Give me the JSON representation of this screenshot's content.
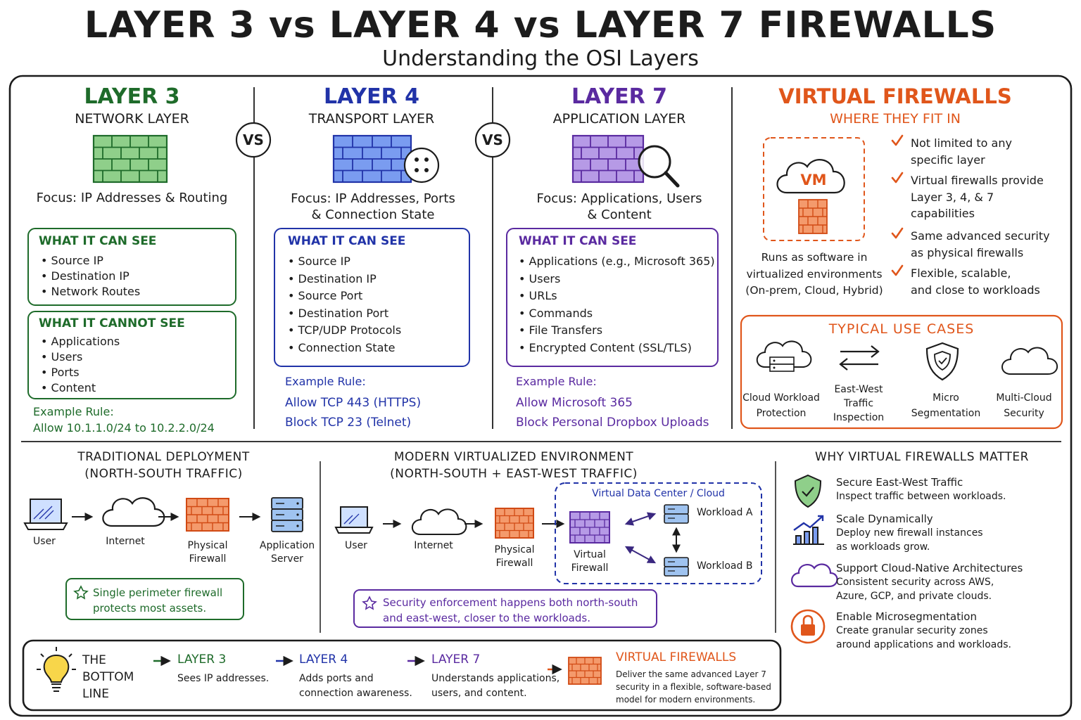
{
  "header": {
    "title": "LAYER 3 vs LAYER 4 vs LAYER 7 FIREWALLS",
    "subtitle": "Understanding the OSI Layers"
  },
  "vs_label": "VS",
  "colors": {
    "l3": "#1e6b2a",
    "l4": "#2133a8",
    "l7": "#5a2aa0",
    "virtual": "#e0561b",
    "ink": "#1c1c1c"
  },
  "layer3": {
    "title": "LAYER 3",
    "subtitle": "NETWORK LAYER",
    "focus": "Focus: IP Addresses & Routing",
    "see_title": "WHAT IT CAN SEE",
    "see_items": [
      "Source IP",
      "Destination IP",
      "Network Routes"
    ],
    "cannot_title": "WHAT IT CANNOT SEE",
    "cannot_items": [
      "Applications",
      "Users",
      "Ports",
      "Content"
    ],
    "example_title": "Example Rule:",
    "example_rules": [
      "Allow 10.1.1.0/24 to 10.2.2.0/24"
    ]
  },
  "layer4": {
    "title": "LAYER 4",
    "subtitle": "TRANSPORT LAYER",
    "focus_lines": [
      "Focus: IP Addresses, Ports",
      "& Connection State"
    ],
    "see_title": "WHAT IT CAN SEE",
    "see_items": [
      "Source IP",
      "Destination IP",
      "Source Port",
      "Destination Port",
      "TCP/UDP Protocols",
      "Connection State"
    ],
    "example_title": "Example Rule:",
    "example_rules": [
      "Allow TCP 443 (HTTPS)",
      "Block TCP 23 (Telnet)"
    ]
  },
  "layer7": {
    "title": "LAYER 7",
    "subtitle": "APPLICATION LAYER",
    "focus_lines": [
      "Focus: Applications, Users",
      "& Content"
    ],
    "see_title": "WHAT IT CAN SEE",
    "see_items": [
      "Applications (e.g., Microsoft 365)",
      "Users",
      "URLs",
      "Commands",
      "File Transfers",
      "Encrypted Content (SSL/TLS)"
    ],
    "example_title": "Example Rule:",
    "example_rules": [
      "Allow Microsoft 365",
      "Block Personal Dropbox Uploads"
    ]
  },
  "virtual": {
    "title": "VIRTUAL FIREWALLS",
    "subtitle": "WHERE THEY FIT IN",
    "vm_label": "VM",
    "runs_lines": [
      "Runs as software in",
      "virtualized environments",
      "(On-prem, Cloud, Hybrid)"
    ],
    "checks": [
      [
        "Not limited to any",
        "specific layer"
      ],
      [
        "Virtual firewalls provide",
        "Layer 3, 4, & 7",
        "capabilities"
      ],
      [
        "Same advanced security",
        "as physical firewalls"
      ],
      [
        "Flexible, scalable,",
        "and close to workloads"
      ]
    ],
    "use_cases_title": "TYPICAL USE CASES",
    "use_cases": [
      {
        "lines": [
          "Cloud Workload",
          "Protection"
        ],
        "icon": "cloud-server-icon"
      },
      {
        "lines": [
          "East-West",
          "Traffic",
          "Inspection"
        ],
        "icon": "double-arrow-icon"
      },
      {
        "lines": [
          "Micro",
          "Segmentation"
        ],
        "icon": "shield-icon"
      },
      {
        "lines": [
          "Multi-Cloud",
          "Security"
        ],
        "icon": "cloud-icon"
      }
    ]
  },
  "traditional": {
    "title_lines": [
      "TRADITIONAL DEPLOYMENT",
      "(NORTH-SOUTH TRAFFIC)"
    ],
    "nodes": [
      {
        "lines": [
          "User"
        ],
        "icon": "laptop-icon"
      },
      {
        "lines": [
          "Internet"
        ],
        "icon": "cloud-icon"
      },
      {
        "lines": [
          "Physical",
          "Firewall"
        ],
        "icon": "firewall-icon"
      },
      {
        "lines": [
          "Application",
          "Server"
        ],
        "icon": "server-icon"
      }
    ],
    "note_lines": [
      "Single perimeter firewall",
      "protects most assets."
    ]
  },
  "modern": {
    "title_lines": [
      "MODERN VIRTUALIZED ENVIRONMENT",
      "(NORTH-SOUTH + EAST-WEST TRAFFIC)"
    ],
    "nodes": [
      {
        "lines": [
          "User"
        ],
        "icon": "laptop-icon"
      },
      {
        "lines": [
          "Internet"
        ],
        "icon": "cloud-icon"
      },
      {
        "lines": [
          "Physical",
          "Firewall"
        ],
        "icon": "firewall-icon"
      }
    ],
    "dc_title": "Virtual Data Center / Cloud",
    "virtual_fw_lines": [
      "Virtual",
      "Firewall"
    ],
    "workload_a": "Workload A",
    "workload_b": "Workload B",
    "note_lines": [
      "Security enforcement happens both north-south",
      "and east-west, closer to the workloads."
    ]
  },
  "why": {
    "title": "WHY VIRTUAL FIREWALLS MATTER",
    "items": [
      {
        "title": "Secure East-West Traffic",
        "lines": [
          "Inspect traffic between workloads."
        ],
        "icon": "shield-check-icon"
      },
      {
        "title": "Scale Dynamically",
        "lines": [
          "Deploy new firewall instances",
          "as workloads grow."
        ],
        "icon": "growth-chart-icon"
      },
      {
        "title": "Support Cloud-Native Architectures",
        "lines": [
          "Consistent security across AWS,",
          "Azure, GCP, and private clouds."
        ],
        "icon": "cloud-icon"
      },
      {
        "title": "Enable Microsegmentation",
        "lines": [
          "Create granular security zones",
          "around applications and workloads."
        ],
        "icon": "lock-icon"
      }
    ]
  },
  "bottom": {
    "label_lines": [
      "THE",
      "BOTTOM",
      "LINE"
    ],
    "items": [
      {
        "title": "LAYER 3",
        "lines": [
          "Sees IP addresses."
        ]
      },
      {
        "title": "LAYER 4",
        "lines": [
          "Adds ports and",
          "connection awareness."
        ]
      },
      {
        "title": "LAYER 7",
        "lines": [
          "Understands applications,",
          "users, and content."
        ]
      },
      {
        "title": "VIRTUAL FIREWALLS",
        "lines": [
          "Deliver the same advanced Layer 7",
          "security in a flexible, software-based",
          "model for modern environments."
        ]
      }
    ]
  }
}
